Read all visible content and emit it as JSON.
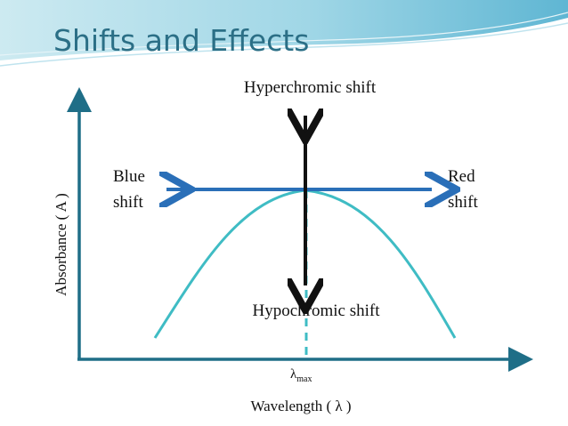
{
  "slide": {
    "title": "Shifts and Effects"
  },
  "diagram": {
    "labels": {
      "hyperchromic": "Hyperchromic shift",
      "hypochromic": "Hypochromic shift",
      "blue_line1": "Blue",
      "blue_line2": "shift",
      "red_line1": "Red",
      "red_line2": "shift",
      "lambda_symbol": "λ",
      "lambda_subscript": "max",
      "x_axis": "Wavelength ( λ )",
      "y_axis": "Absorbance ( A )"
    },
    "colors": {
      "axes": "#1f6e87",
      "curve": "#3fbcc4",
      "horizontal_arrow": "#2a6fb8",
      "vertical_arrow": "#111111",
      "dashed_line": "#3fbcc4",
      "title": "#2b6f86"
    }
  }
}
